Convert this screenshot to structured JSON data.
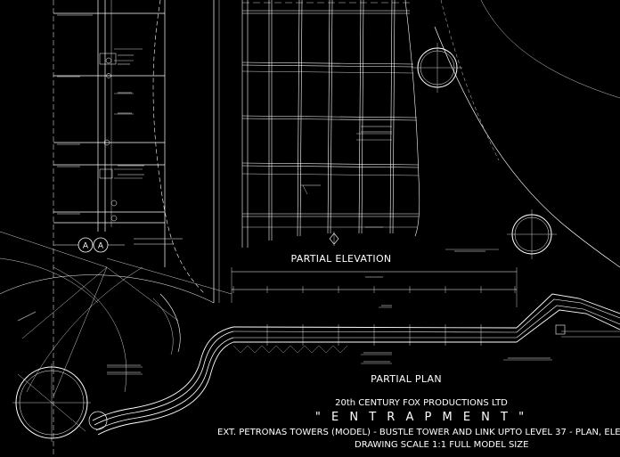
{
  "drawing": {
    "view_labels": {
      "elevation": "PARTIAL ELEVATION",
      "plan": "PARTIAL PLAN"
    },
    "section_markers": [
      "A",
      "A"
    ],
    "title_block": {
      "company": "20th CENTURY FOX PRODUCTIONS LTD",
      "film": "\" E N T R A P M E N T \"",
      "description": "EXT. PETRONAS TOWERS (MODEL)   -   BUSTLE TOWER AND LINK UPTO LEVEL 37 - PLAN, ELEVATION AND SECTIO",
      "scale": "DRAWING SCALE 1:1 FULL MODEL SIZE"
    },
    "colors": {
      "background": "#000000",
      "linework": "#ffffff"
    }
  }
}
